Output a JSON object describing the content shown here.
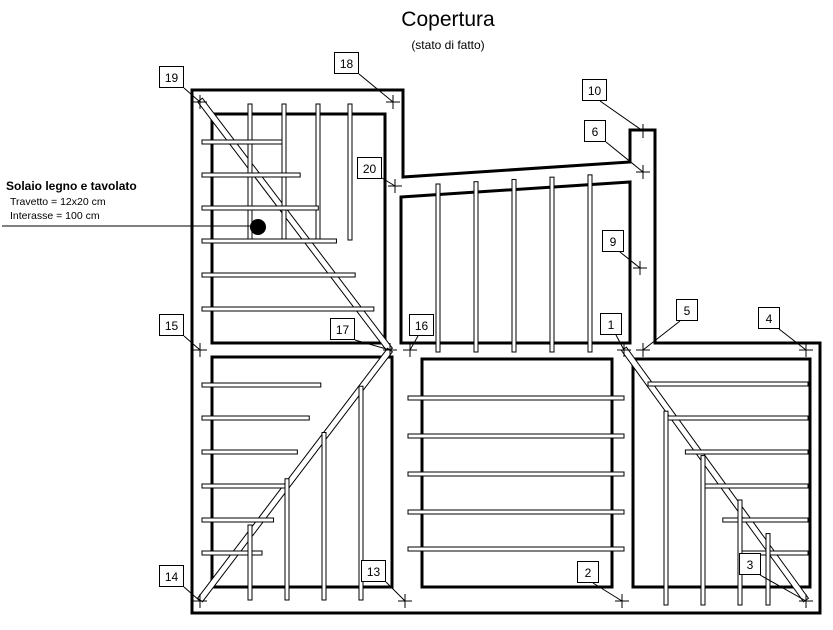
{
  "title": "Copertura",
  "subtitle": "(stato di fatto)",
  "legend": {
    "heading": "Solaio legno e tavolato",
    "line1": "Travetto = 12x20 cm",
    "line2": "Interasse = 100 cm"
  },
  "points": {
    "p1": "1",
    "p2": "2",
    "p3": "3",
    "p4": "4",
    "p5": "5",
    "p6": "6",
    "p9": "9",
    "p10": "10",
    "p13": "13",
    "p14": "14",
    "p15": "15",
    "p16": "16",
    "p17": "17",
    "p18": "18",
    "p19": "19",
    "p20": "20"
  }
}
